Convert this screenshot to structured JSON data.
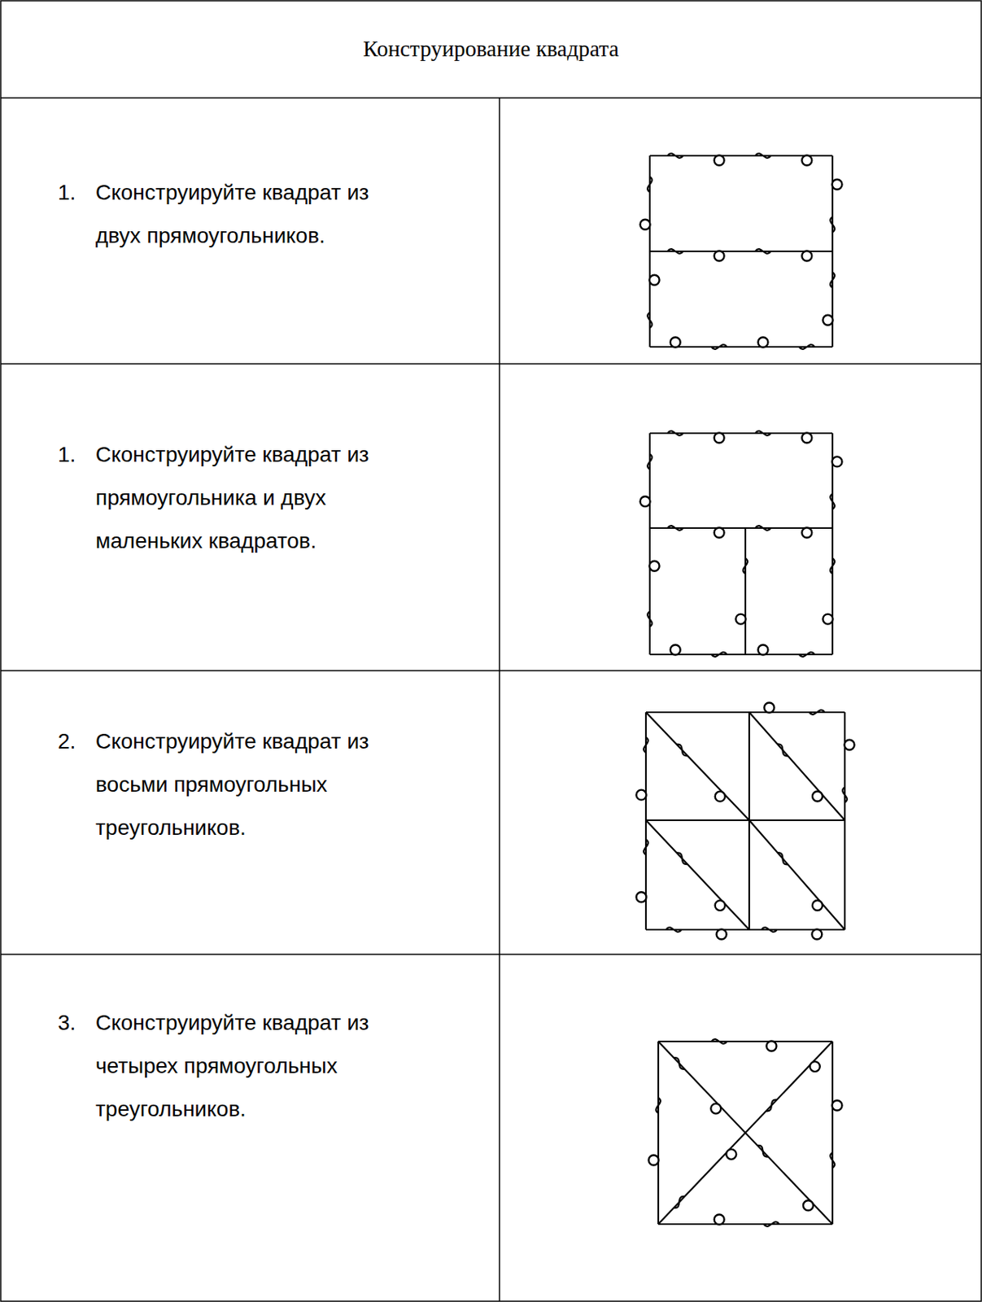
{
  "diagram": {
    "title": "Конструирование квадрата",
    "labels": [
      "1.",
      "Сконструируйте квадрат из двух прямоугольников.",
      "1.",
      "Сконструируйте квадрат из прямоугольника и двух маленьких квадратов.",
      "2.",
      "Сконструируйте квадрат из восьми прямоугольных треугольников.",
      "3.",
      "Сконструируйте квадрат из четырех прямоугольных треугольников."
    ]
  }
}
